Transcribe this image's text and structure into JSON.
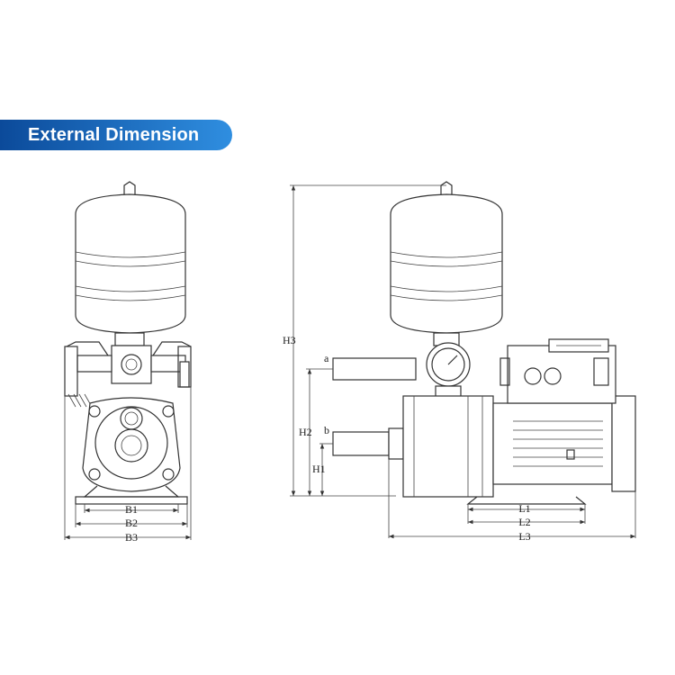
{
  "header": {
    "title": "External Dimension"
  },
  "colors": {
    "banner_start": "#0b4a9a",
    "banner_end": "#2f8ee0",
    "line": "#333333"
  },
  "dimensions": {
    "front": {
      "b1": "B1",
      "b2": "B2",
      "b3": "B3"
    },
    "side": {
      "h1": "H1",
      "h2": "H2",
      "h3": "H3",
      "l1": "L1",
      "l2": "L2",
      "l3": "L3",
      "port_a": "a",
      "port_b": "b"
    }
  }
}
